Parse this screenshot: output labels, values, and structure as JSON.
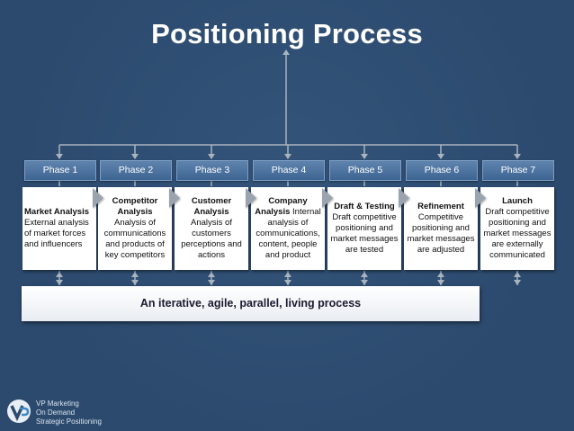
{
  "title": "Positioning Process",
  "phases": [
    {
      "label": "Phase 1",
      "card_title": "Market Analysis",
      "card_text": "External analysis of market forces and influencers"
    },
    {
      "label": "Phase 2",
      "card_title": "Competitor Analysis",
      "card_text": "Analysis of communications and products of key competitors"
    },
    {
      "label": "Phase 3",
      "card_title": "Customer Analysis",
      "card_text": "Analysis of customers perceptions and actions"
    },
    {
      "label": "Phase 4",
      "card_title": "Company Analysis",
      "card_text": "Internal analysis of communications, content, people and product"
    },
    {
      "label": "Phase 5",
      "card_title": "Draft & Testing",
      "card_text": "Draft competitive positioning and market messages are tested"
    },
    {
      "label": "Phase 6",
      "card_title": "Refinement",
      "card_text": "Competitive positioning and market messages are adjusted"
    },
    {
      "label": "Phase 7",
      "card_title": "Launch",
      "card_text": "Draft competitive positioning and market messages are externally communicated"
    }
  ],
  "banner": "An iterative, agile, parallel, living process",
  "logo": {
    "icon": "vp-logo-icon",
    "line1": "VP Marketing",
    "line2": "On Demand",
    "line3": "Strategic Positioning"
  },
  "colors": {
    "background": "#2c4a6e",
    "phase_header": "#4f76a2",
    "connector": "#a9b4bf"
  }
}
